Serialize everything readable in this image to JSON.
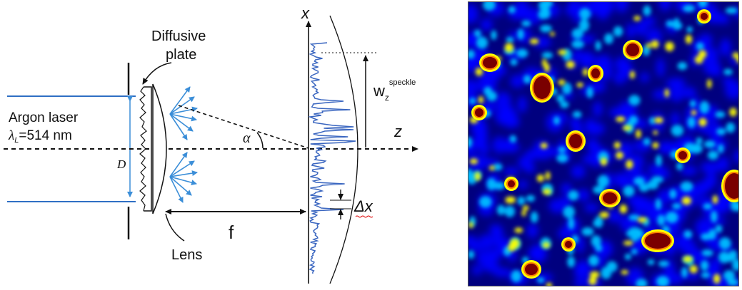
{
  "diagram": {
    "label_diffusive_plate": [
      "Diffusive",
      "plate"
    ],
    "label_laser": "Argon laser",
    "label_lambda_symbol": "λ",
    "label_lambda_sub": "L",
    "label_lambda_value": "=514 nm",
    "label_D": "D",
    "label_alpha": "α",
    "label_f": "f",
    "label_lens": "Lens",
    "label_x_axis": "x",
    "label_z_axis": "z",
    "label_w_main": "w",
    "label_w_sub": "z",
    "label_w_sup": "speckle",
    "label_delta_x": "Δx",
    "colors": {
      "beam": "#2f6fc4",
      "arrows": "#3b8ed8",
      "profile": "#3a66c0",
      "ink": "#111111"
    }
  },
  "speckle_image": {
    "description_icon": "speckle-pattern-image",
    "colormap": [
      "#00007f",
      "#0000ff",
      "#00bfff",
      "#00ffcc",
      "#ffff00",
      "#ff8000",
      "#cc0000",
      "#7a0000"
    ]
  }
}
